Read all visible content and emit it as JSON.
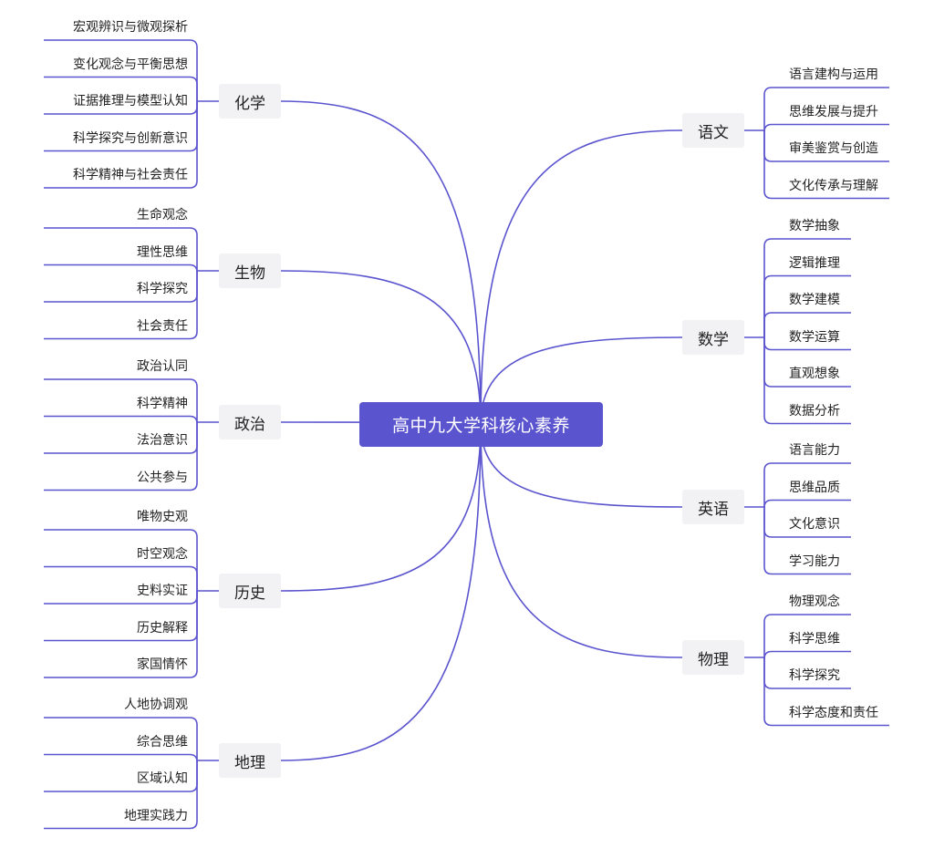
{
  "diagram": {
    "center": "高中九大学科核心素养",
    "line_color": "#5b54cf",
    "left_branches": [
      {
        "name": "化学",
        "items": [
          "宏观辨识与微观探析",
          "变化观念与平衡思想",
          "证据推理与模型认知",
          "科学探究与创新意识",
          "科学精神与社会责任"
        ]
      },
      {
        "name": "生物",
        "items": [
          "生命观念",
          "理性思维",
          "科学探究",
          "社会责任"
        ]
      },
      {
        "name": "政治",
        "items": [
          "政治认同",
          "科学精神",
          "法治意识",
          "公共参与"
        ]
      },
      {
        "name": "历史",
        "items": [
          "唯物史观",
          "时空观念",
          "史料实证",
          "历史解释",
          "家国情怀"
        ]
      },
      {
        "name": "地理",
        "items": [
          "人地协调观",
          "综合思维",
          "区域认知",
          "地理实践力"
        ]
      }
    ],
    "right_branches": [
      {
        "name": "语文",
        "items": [
          "语言建构与运用",
          "思维发展与提升",
          "审美鉴赏与创造",
          "文化传承与理解"
        ]
      },
      {
        "name": "数学",
        "items": [
          "数学抽象",
          "逻辑推理",
          "数学建模",
          "数学运算",
          "直观想象",
          "数据分析"
        ]
      },
      {
        "name": "英语",
        "items": [
          "语言能力",
          "思维品质",
          "文化意识",
          "学习能力"
        ]
      },
      {
        "name": "物理",
        "items": [
          "物理观念",
          "科学思维",
          "科学探究",
          "科学态度和责任"
        ]
      }
    ]
  }
}
